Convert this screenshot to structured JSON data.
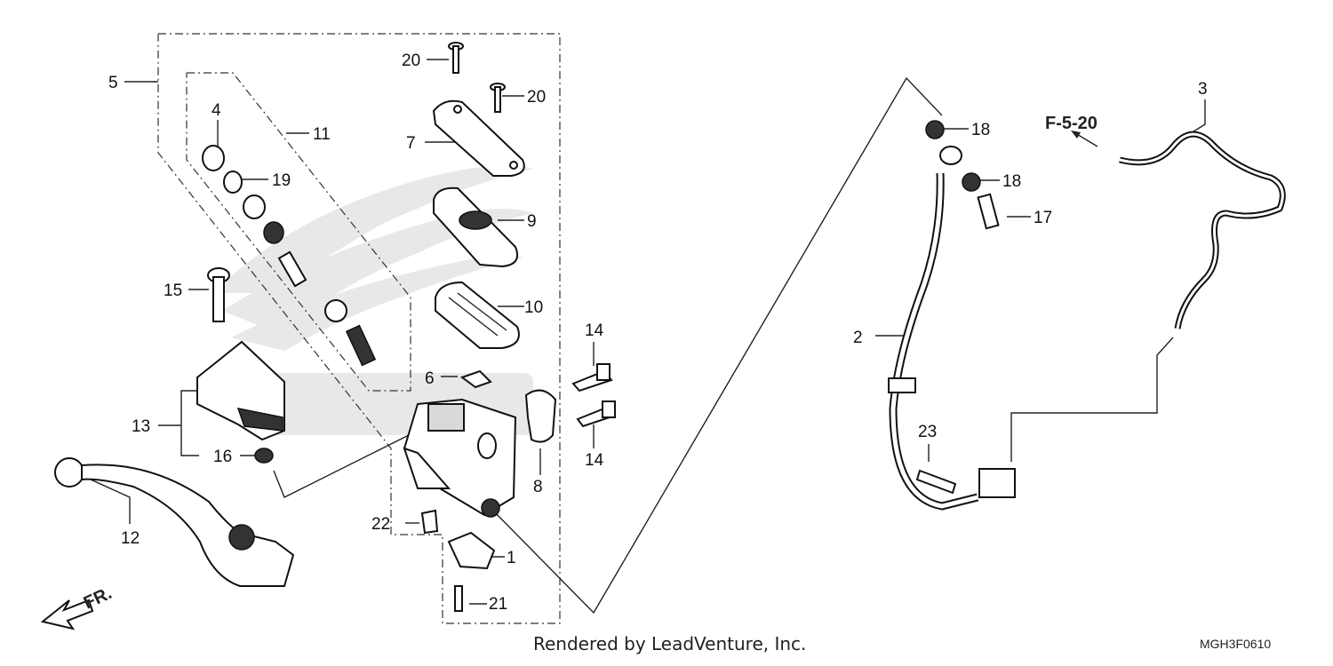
{
  "diagram": {
    "labels": [
      "1",
      "2",
      "3",
      "4",
      "5",
      "6",
      "7",
      "8",
      "9",
      "10",
      "11",
      "12",
      "13",
      "14",
      "14",
      "15",
      "16",
      "17",
      "18",
      "18",
      "19",
      "20",
      "20",
      "21",
      "22",
      "23"
    ],
    "reference": "F-5-20",
    "direction_marker": "FR.",
    "credit": "Rendered by LeadVenture, Inc.",
    "diagram_code": "MGH3F0610"
  }
}
